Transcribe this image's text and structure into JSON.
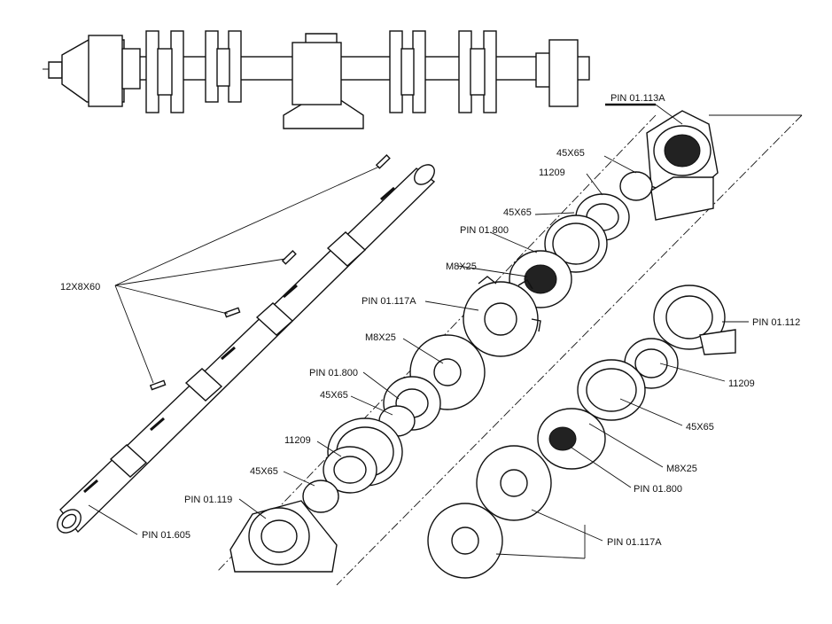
{
  "labels": {
    "pin_01_113a": "PIN 01.113A",
    "p45x65_top": "45X65",
    "p11209_top": "11209",
    "p45x65_second": "45X65",
    "pin_01_800_top": "PIN 01.800",
    "m8x25_top": "M8X25",
    "pin_01_117a_left": "PIN 01.117A",
    "m8x25_mid": "M8X25",
    "pin_01_800_mid": "PIN 01.800",
    "p45x65_mid": "45X65",
    "p11209_left": "11209",
    "p45x65_low": "45X65",
    "pin_01_119": "PIN 01.119",
    "pin_01_605": "PIN 01.605",
    "key_12x8x60": "12X8X60",
    "pin_01_112": "PIN 01.112",
    "p11209_right": "11209",
    "p45x65_right": "45X65",
    "m8x25_right": "M8X25",
    "pin_01_800_right": "PIN 01.800",
    "pin_01_117a_right": "PIN 01.117A"
  }
}
